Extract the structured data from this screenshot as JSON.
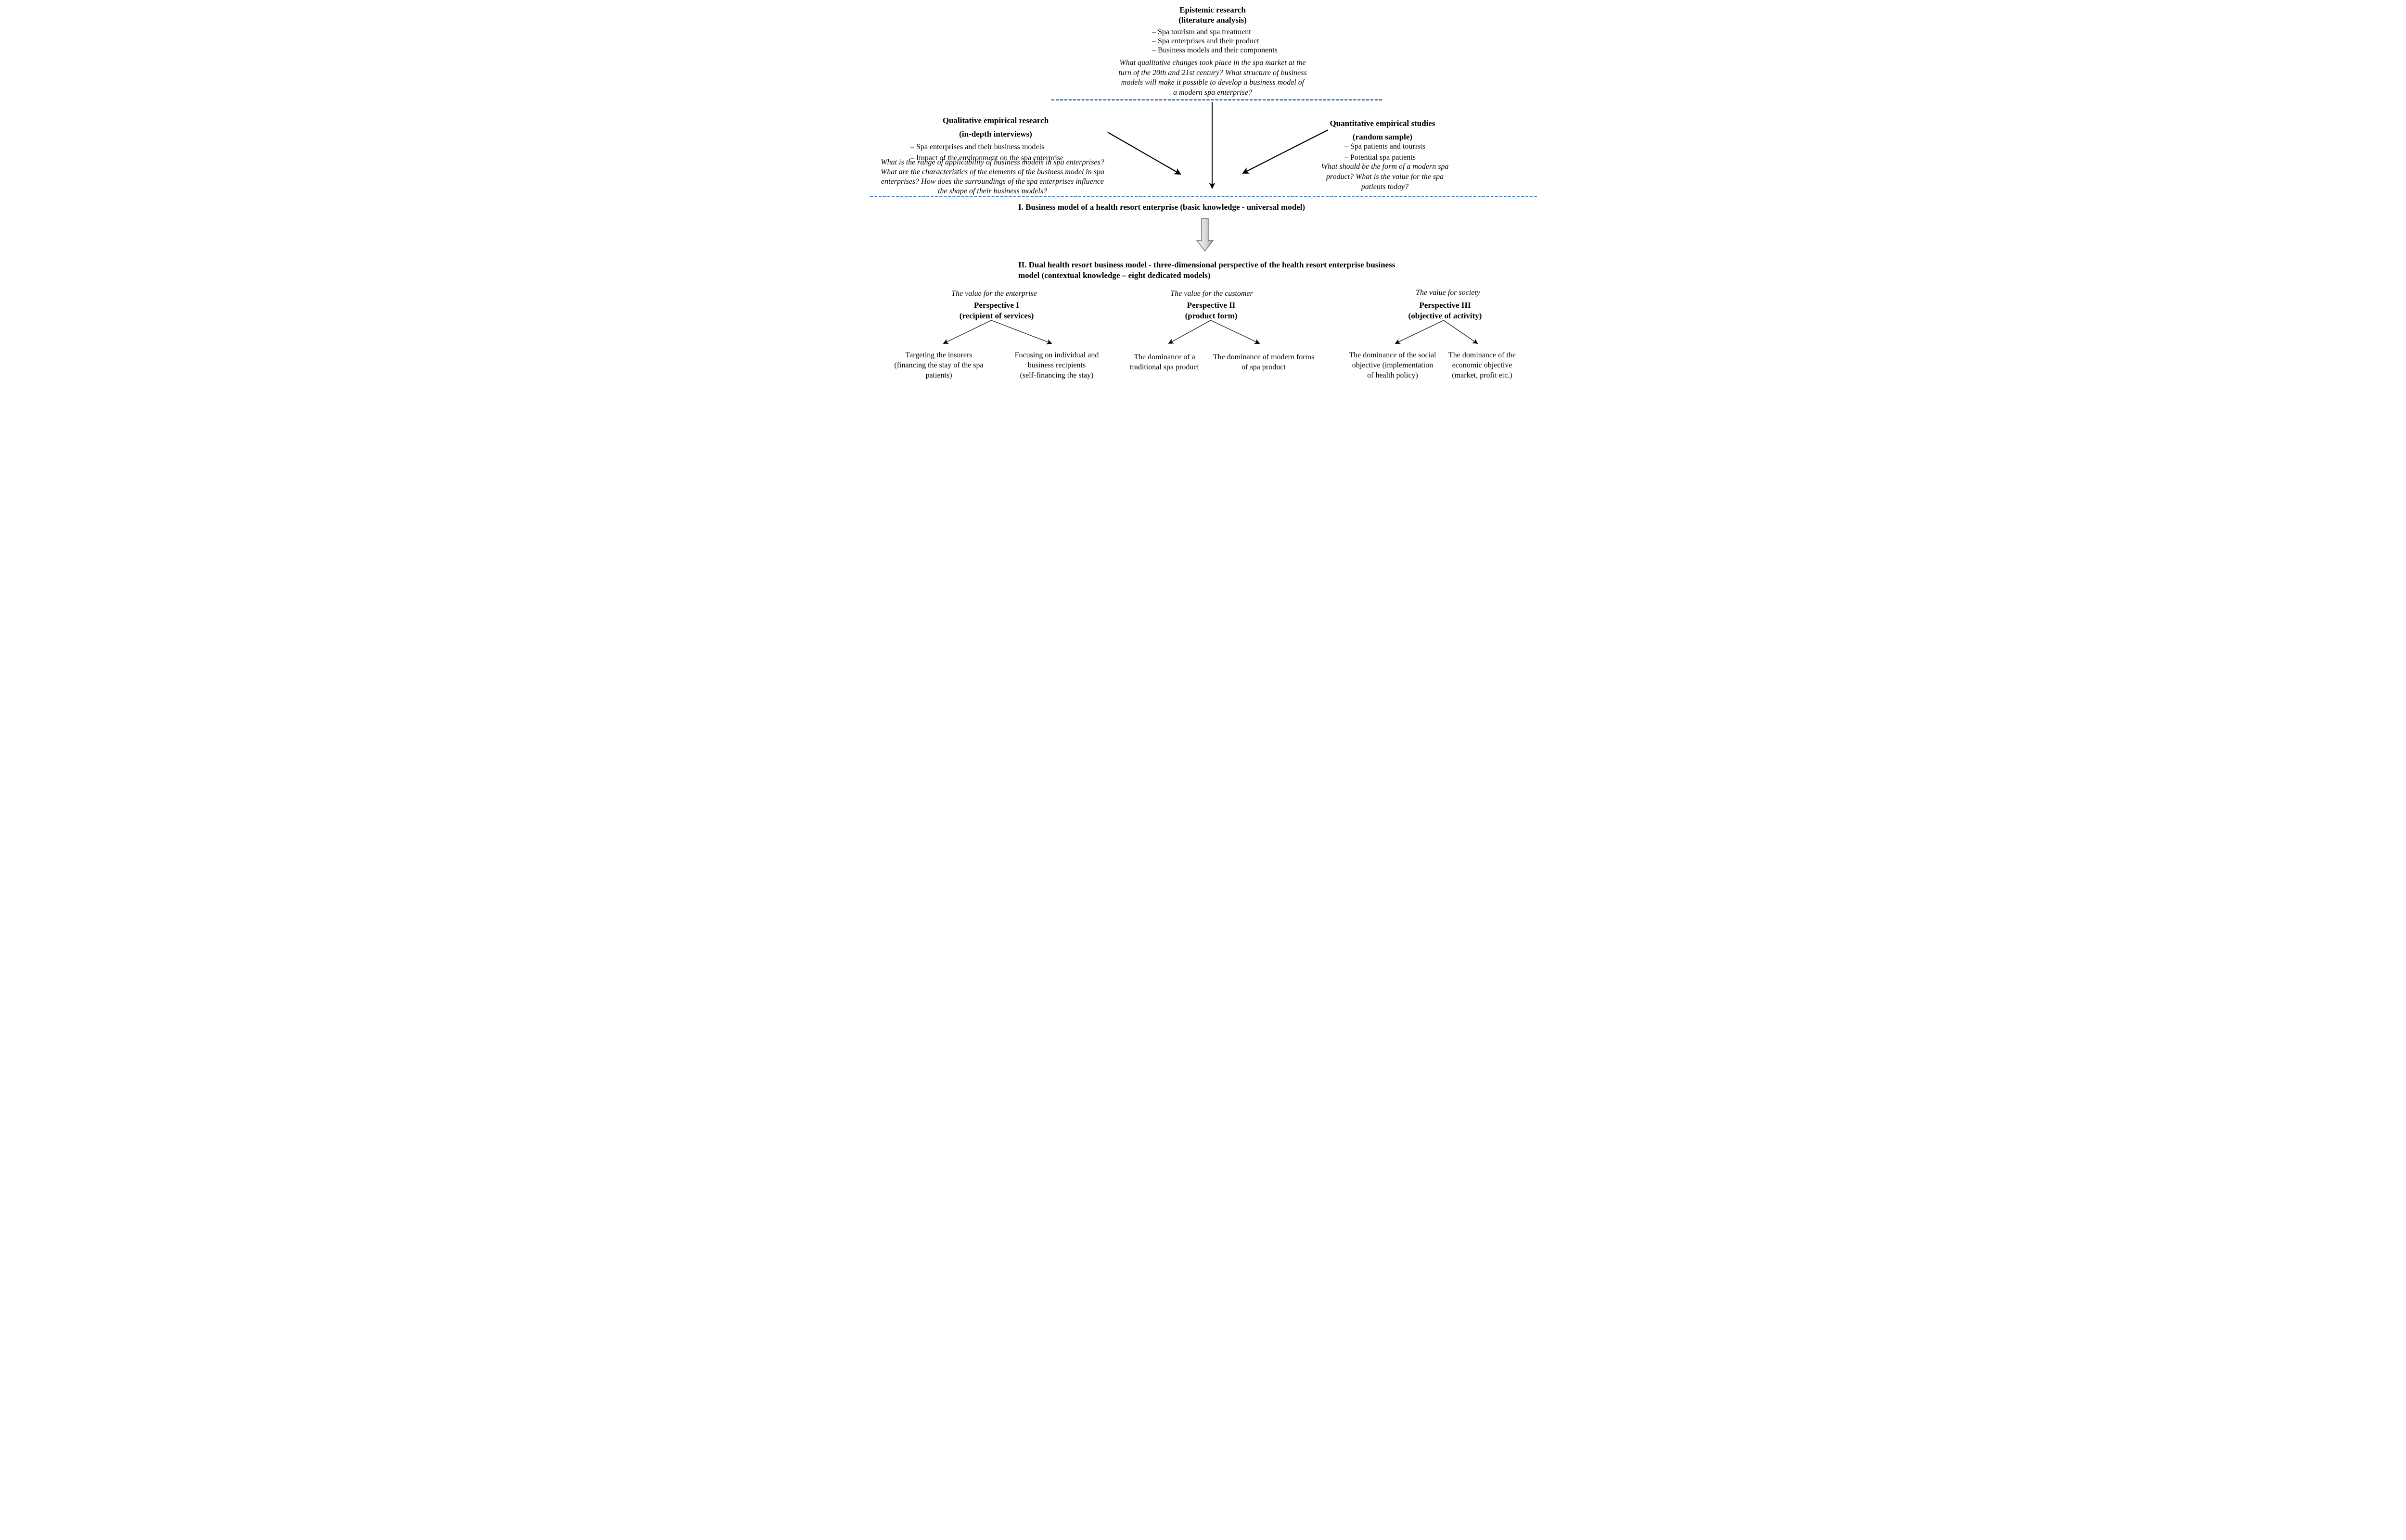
{
  "palette": {
    "dashed_divider_blue": "#4f81bd",
    "text_black": "#000000",
    "block_arrow_light": "#f2f2f2",
    "block_arrow_dark": "#9d9d9d",
    "block_arrow_stroke": "#6b6b6b"
  },
  "top": {
    "title": "Epistemic research\n(literature analysis)",
    "bullets": "– Spa tourism and spa treatment\n– Spa enterprises and their product\n– Business models and their components",
    "question": "What qualitative changes took place in the spa market at the\nturn of the 20th and 21st century? What structure of business\nmodels will make it possible to develop a business model of\na modern spa enterprise?"
  },
  "left": {
    "title": "Qualitative empirical research\n(in-depth interviews)",
    "bullets": "– Spa enterprises and their business models\n– Impact of the environment on the spa enterprise",
    "question": "What is the range of applicability of business models in spa enterprises?\nWhat are the characteristics of the elements of the business model in spa\nenterprises? How does the surroundings of the spa enterprises influence\nthe shape of their business models?"
  },
  "right": {
    "title": "Quantitative empirical studies\n(random sample)",
    "bullets": "– Spa patients and tourists\n– Potential spa patients",
    "question": "What should be the form of a modern spa\nproduct? What is the value for the spa\npatients today?"
  },
  "stage1": {
    "heading": "I. Business model of a health resort enterprise (basic knowledge - universal model)"
  },
  "stage2": {
    "heading": "II. Dual health resort business model - three-dimensional perspective of the health resort enterprise business\nmodel (contextual knowledge – eight dedicated models)"
  },
  "perspectives": [
    {
      "value_label": "The value for the enterprise",
      "title": "Perspective I\n(recipient of services)",
      "left_leaf": "Targeting the insurers\n(financing the stay of the spa\npatients)",
      "right_leaf": "Focusing on individual and\nbusiness recipients\n(self-financing the stay)"
    },
    {
      "value_label": "The value for the customer",
      "title": "Perspective II\n(product form)",
      "left_leaf": "The dominance of a\ntraditional spa product",
      "right_leaf": "The dominance of modern forms\nof spa product"
    },
    {
      "value_label": "The value for society",
      "title": "Perspective III\n(objective of activity)",
      "left_leaf": "The dominance of the social\nobjective (implementation\nof health policy)",
      "right_leaf": "The dominance of the\neconomic objective\n(market, profit etc.)"
    }
  ]
}
